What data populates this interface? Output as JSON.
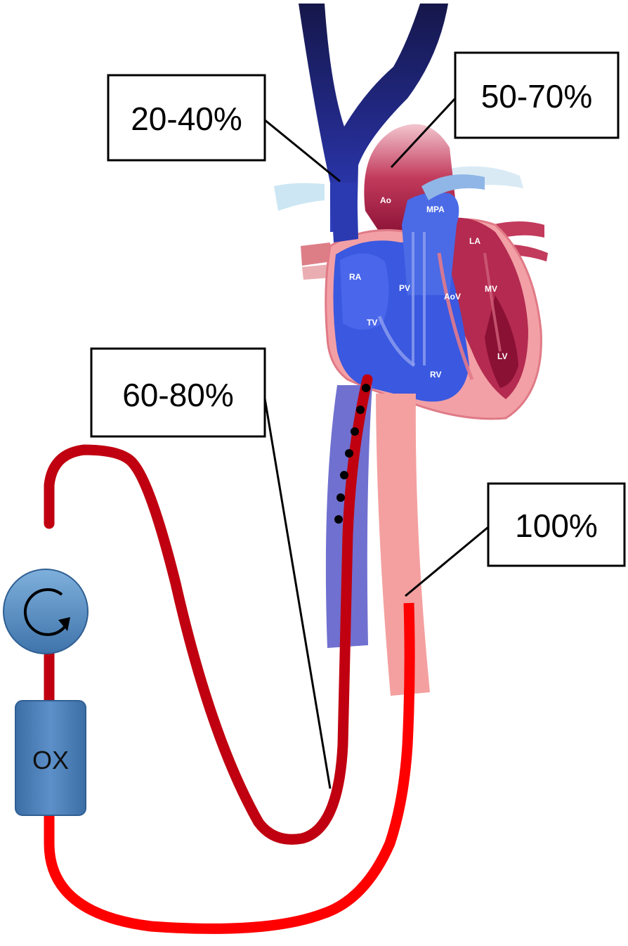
{
  "callouts": {
    "svc_saturation": "20-40%",
    "aorta_saturation": "50-70%",
    "drainage_saturation": "60-80%",
    "return_saturation": "100%"
  },
  "heart_labels": {
    "ao": "Ao",
    "mpa": "MPA",
    "la": "LA",
    "ra": "RA",
    "pv": "PV",
    "aov": "AoV",
    "mv": "MV",
    "tv": "TV",
    "rv": "RV",
    "lv": "LV"
  },
  "circuit": {
    "oxygenator_label": "OX",
    "pump_icon": "rotation-arrow-icon"
  },
  "colors": {
    "venous_dark": "#1a1a5e",
    "venous_blue": "#3a4fd6",
    "arterial_red": "#ff0000",
    "drainage_red": "#c00010",
    "pink_artery": "#f4a0a0",
    "vein_lavender": "#7070d0",
    "device_blue": "#4f81bd"
  }
}
